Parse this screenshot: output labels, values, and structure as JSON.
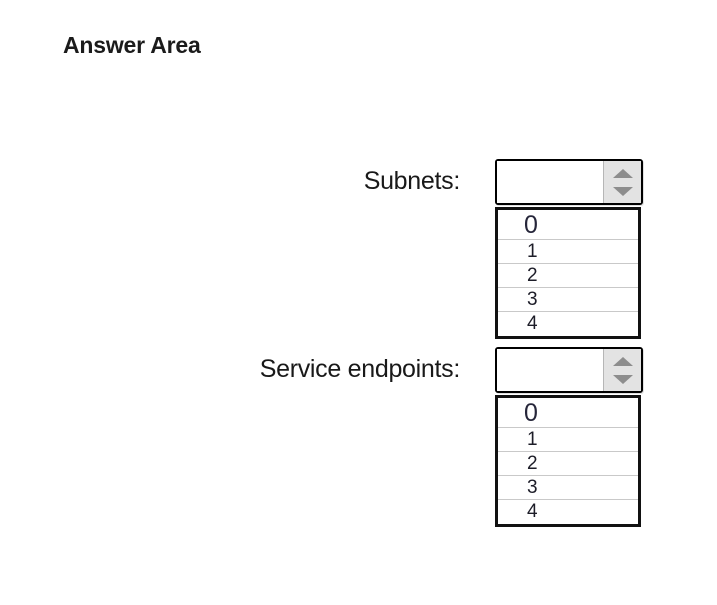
{
  "page": {
    "title": "Answer Area",
    "background_color": "#ffffff"
  },
  "groups": [
    {
      "label": "Subnets:",
      "combo": {
        "value": "",
        "placeholder": "",
        "spinner_up_icon": "triangle-up-icon",
        "spinner_down_icon": "triangle-down-icon"
      },
      "options": [
        "0",
        "1",
        "2",
        "3",
        "4"
      ],
      "selected_index": 0,
      "expanded": true
    },
    {
      "label": "Service endpoints:",
      "combo": {
        "value": "",
        "placeholder": "",
        "spinner_up_icon": "triangle-up-icon",
        "spinner_down_icon": "triangle-down-icon"
      },
      "options": [
        "0",
        "1",
        "2",
        "3",
        "4"
      ],
      "selected_index": 0,
      "expanded": true
    }
  ],
  "colors": {
    "text": "#1b1b1b",
    "border": "#000000",
    "spinner_background": "#e3e3e3",
    "arrow": "#8d8d8d",
    "row_separator": "#c9c9c9"
  }
}
